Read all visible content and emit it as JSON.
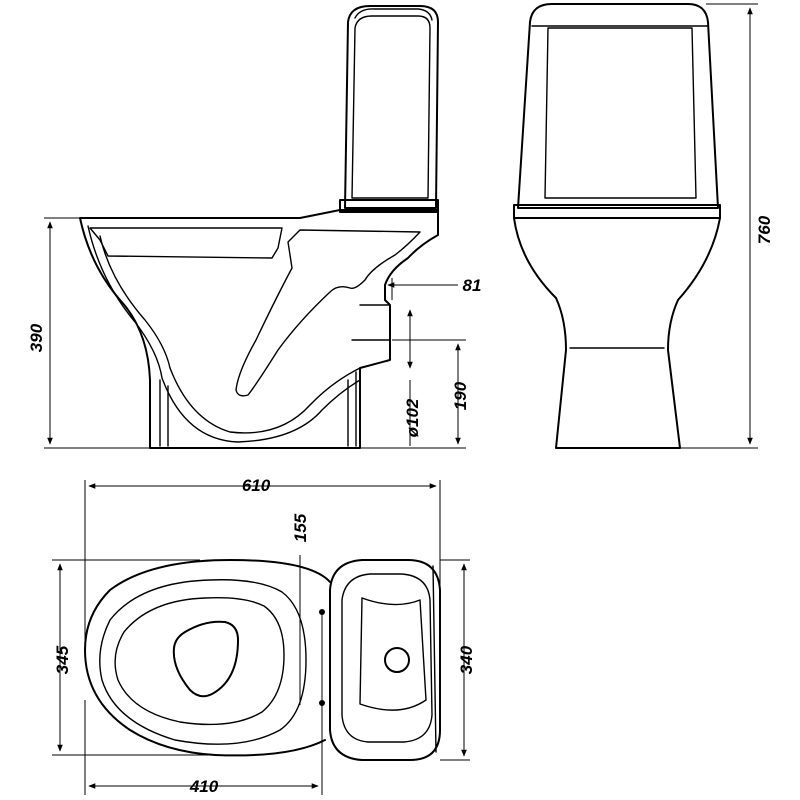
{
  "diagram": {
    "dimensions": {
      "side_height": "390",
      "outlet_height": "190",
      "outlet_diameter": "ø102",
      "outlet_offset": "81",
      "total_height": "760",
      "total_length": "610",
      "bowl_width": "345",
      "tank_width": "340",
      "bowl_to_outlet": "410",
      "outlet_to_tank": "155"
    },
    "views": [
      "side-view",
      "front-view",
      "top-view"
    ],
    "line_color": "#000000",
    "background_color": "#ffffff"
  }
}
